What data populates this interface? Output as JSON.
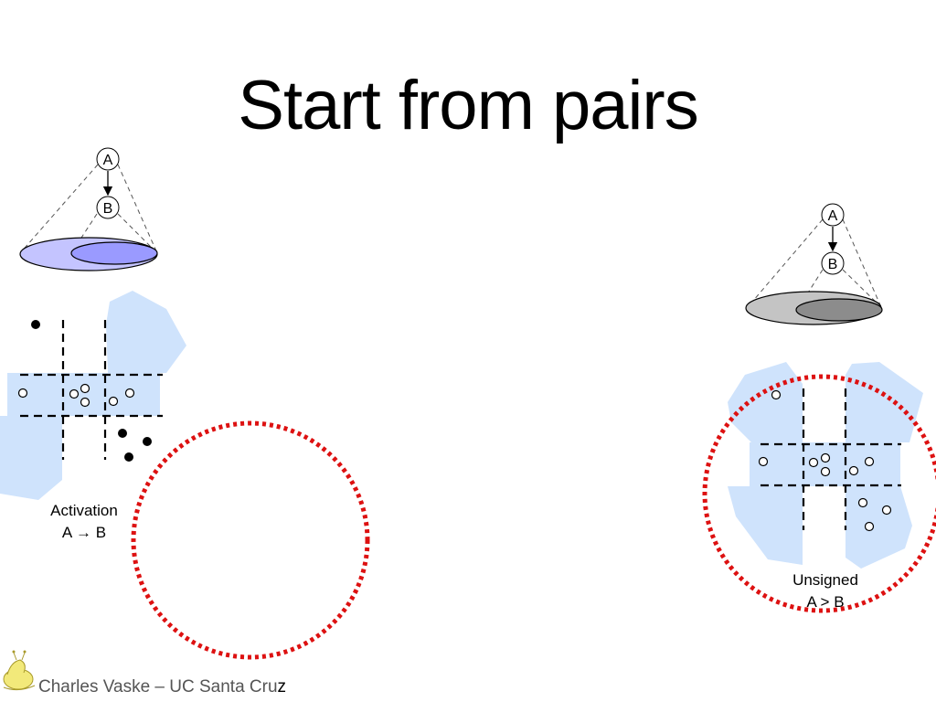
{
  "title": "Start from pairs",
  "left_panel": {
    "node_a": "A",
    "node_b": "B",
    "caption_line1": "Activation",
    "caption_line2": "A → B",
    "colors": {
      "outer_ellipse": "#c4c4ff",
      "inner_ellipse": "#9a9aff",
      "cluster": "#cfe3fc"
    }
  },
  "right_panel": {
    "node_a": "A",
    "node_b": "B",
    "caption_line1": "Unsigned",
    "caption_line2": "A > B",
    "colors": {
      "outer_ellipse": "#c4c4c4",
      "inner_ellipse": "#8c8c8c",
      "cluster": "#cfe3fc"
    }
  },
  "highlight_color": "#dd1111",
  "footer": {
    "author": "Charles Vaske – UC Santa Cru",
    "author_tail": "z"
  },
  "icons": [
    "slug-logo-icon"
  ]
}
